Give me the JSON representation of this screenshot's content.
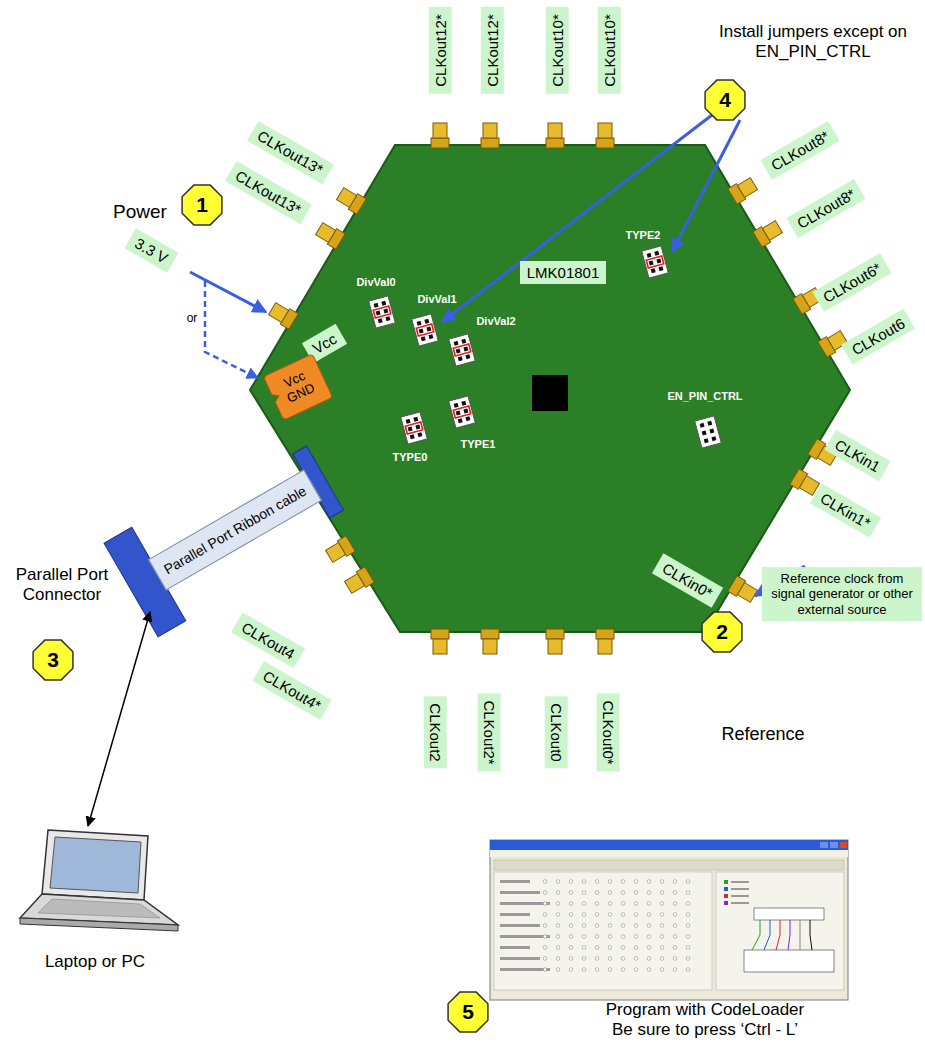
{
  "diagram": {
    "nodes": [
      {
        "text": [
          "CLKout12*"
        ]
      },
      {
        "text": [
          "CLKout12*"
        ]
      },
      {
        "text": [
          "CLKout10*"
        ]
      },
      {
        "text": [
          "CLKout10*"
        ]
      },
      {
        "text": [
          "4"
        ]
      },
      {
        "text": [
          "CLKout13*"
        ]
      },
      {
        "text": [
          "CLKout13*"
        ]
      },
      {
        "text": [
          "1"
        ]
      },
      {
        "text": [
          "3.3 V"
        ]
      },
      {
        "text": [
          "CLKout8*"
        ]
      },
      {
        "text": [
          "CLKout8*"
        ]
      },
      {
        "text": [
          "LMK01801"
        ]
      },
      {
        "text": [
          "Vcc"
        ]
      },
      {
        "text": [
          "Vcc",
          "GND"
        ]
      },
      {
        "text": [
          "CLKout6*"
        ]
      },
      {
        "text": [
          "CLKout6"
        ]
      },
      {
        "text": [
          "Parallel Port Ribbon cable"
        ]
      },
      {
        "text": [
          "CLKin1"
        ]
      },
      {
        "text": [
          "CLKin1*"
        ]
      },
      {
        "text": [
          "CLKin0*"
        ]
      },
      {
        "text": [
          "2"
        ]
      },
      {
        "text": [
          "Reference clock from signal generator or other external source"
        ]
      },
      {
        "text": [
          "3"
        ]
      },
      {
        "text": [
          "CLKout4"
        ]
      },
      {
        "text": [
          "CLKout4*"
        ]
      },
      {
        "text": [
          "CLKout2"
        ]
      },
      {
        "text": [
          "CLKout2*"
        ]
      },
      {
        "text": [
          "CLKout0"
        ]
      },
      {
        "text": [
          "CLKout0*"
        ]
      },
      {
        "text": [
          "5"
        ]
      }
    ],
    "labels": [
      "Install jumpers except on EN_PIN_CTRL",
      "Power",
      "or",
      "DivVal0",
      "DivVal1",
      "DivVal2",
      "TYPE2",
      "TYPE0",
      "TYPE1",
      "EN_PIN_CTRL",
      "Parallel Port Connector",
      "Reference",
      "Laptop or PC",
      "Program with CodeLoader Be sure to press ‘Ctrl - L’"
    ]
  }
}
